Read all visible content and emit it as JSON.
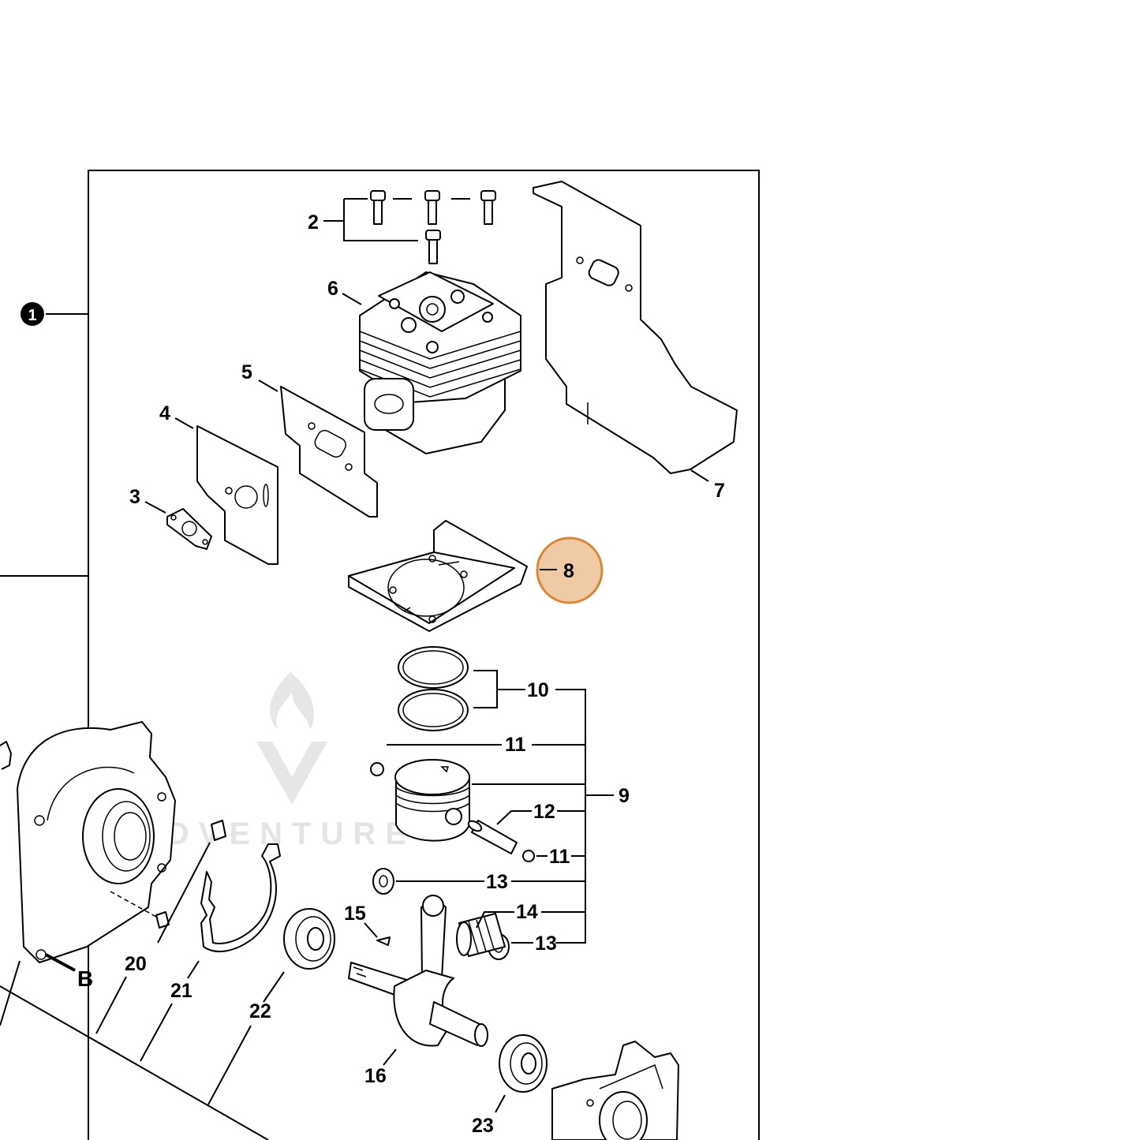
{
  "labels": {
    "group_marker": "1",
    "p2": "2",
    "p3": "3",
    "p4": "4",
    "p5": "5",
    "p6": "6",
    "p7": "7",
    "p8": "8",
    "p9": "9",
    "p10": "10",
    "p11a": "11",
    "p11b": "11",
    "p12": "12",
    "p13a": "13",
    "p13b": "13",
    "p14": "14",
    "p15": "15",
    "p16": "16",
    "p20": "20",
    "p21": "21",
    "p22": "22",
    "p23": "23",
    "ref_b": "B"
  },
  "highlight": {
    "part": "8",
    "color": "#d4822e",
    "fill": "#f0c8a0"
  },
  "watermark": "ADVENTURE"
}
